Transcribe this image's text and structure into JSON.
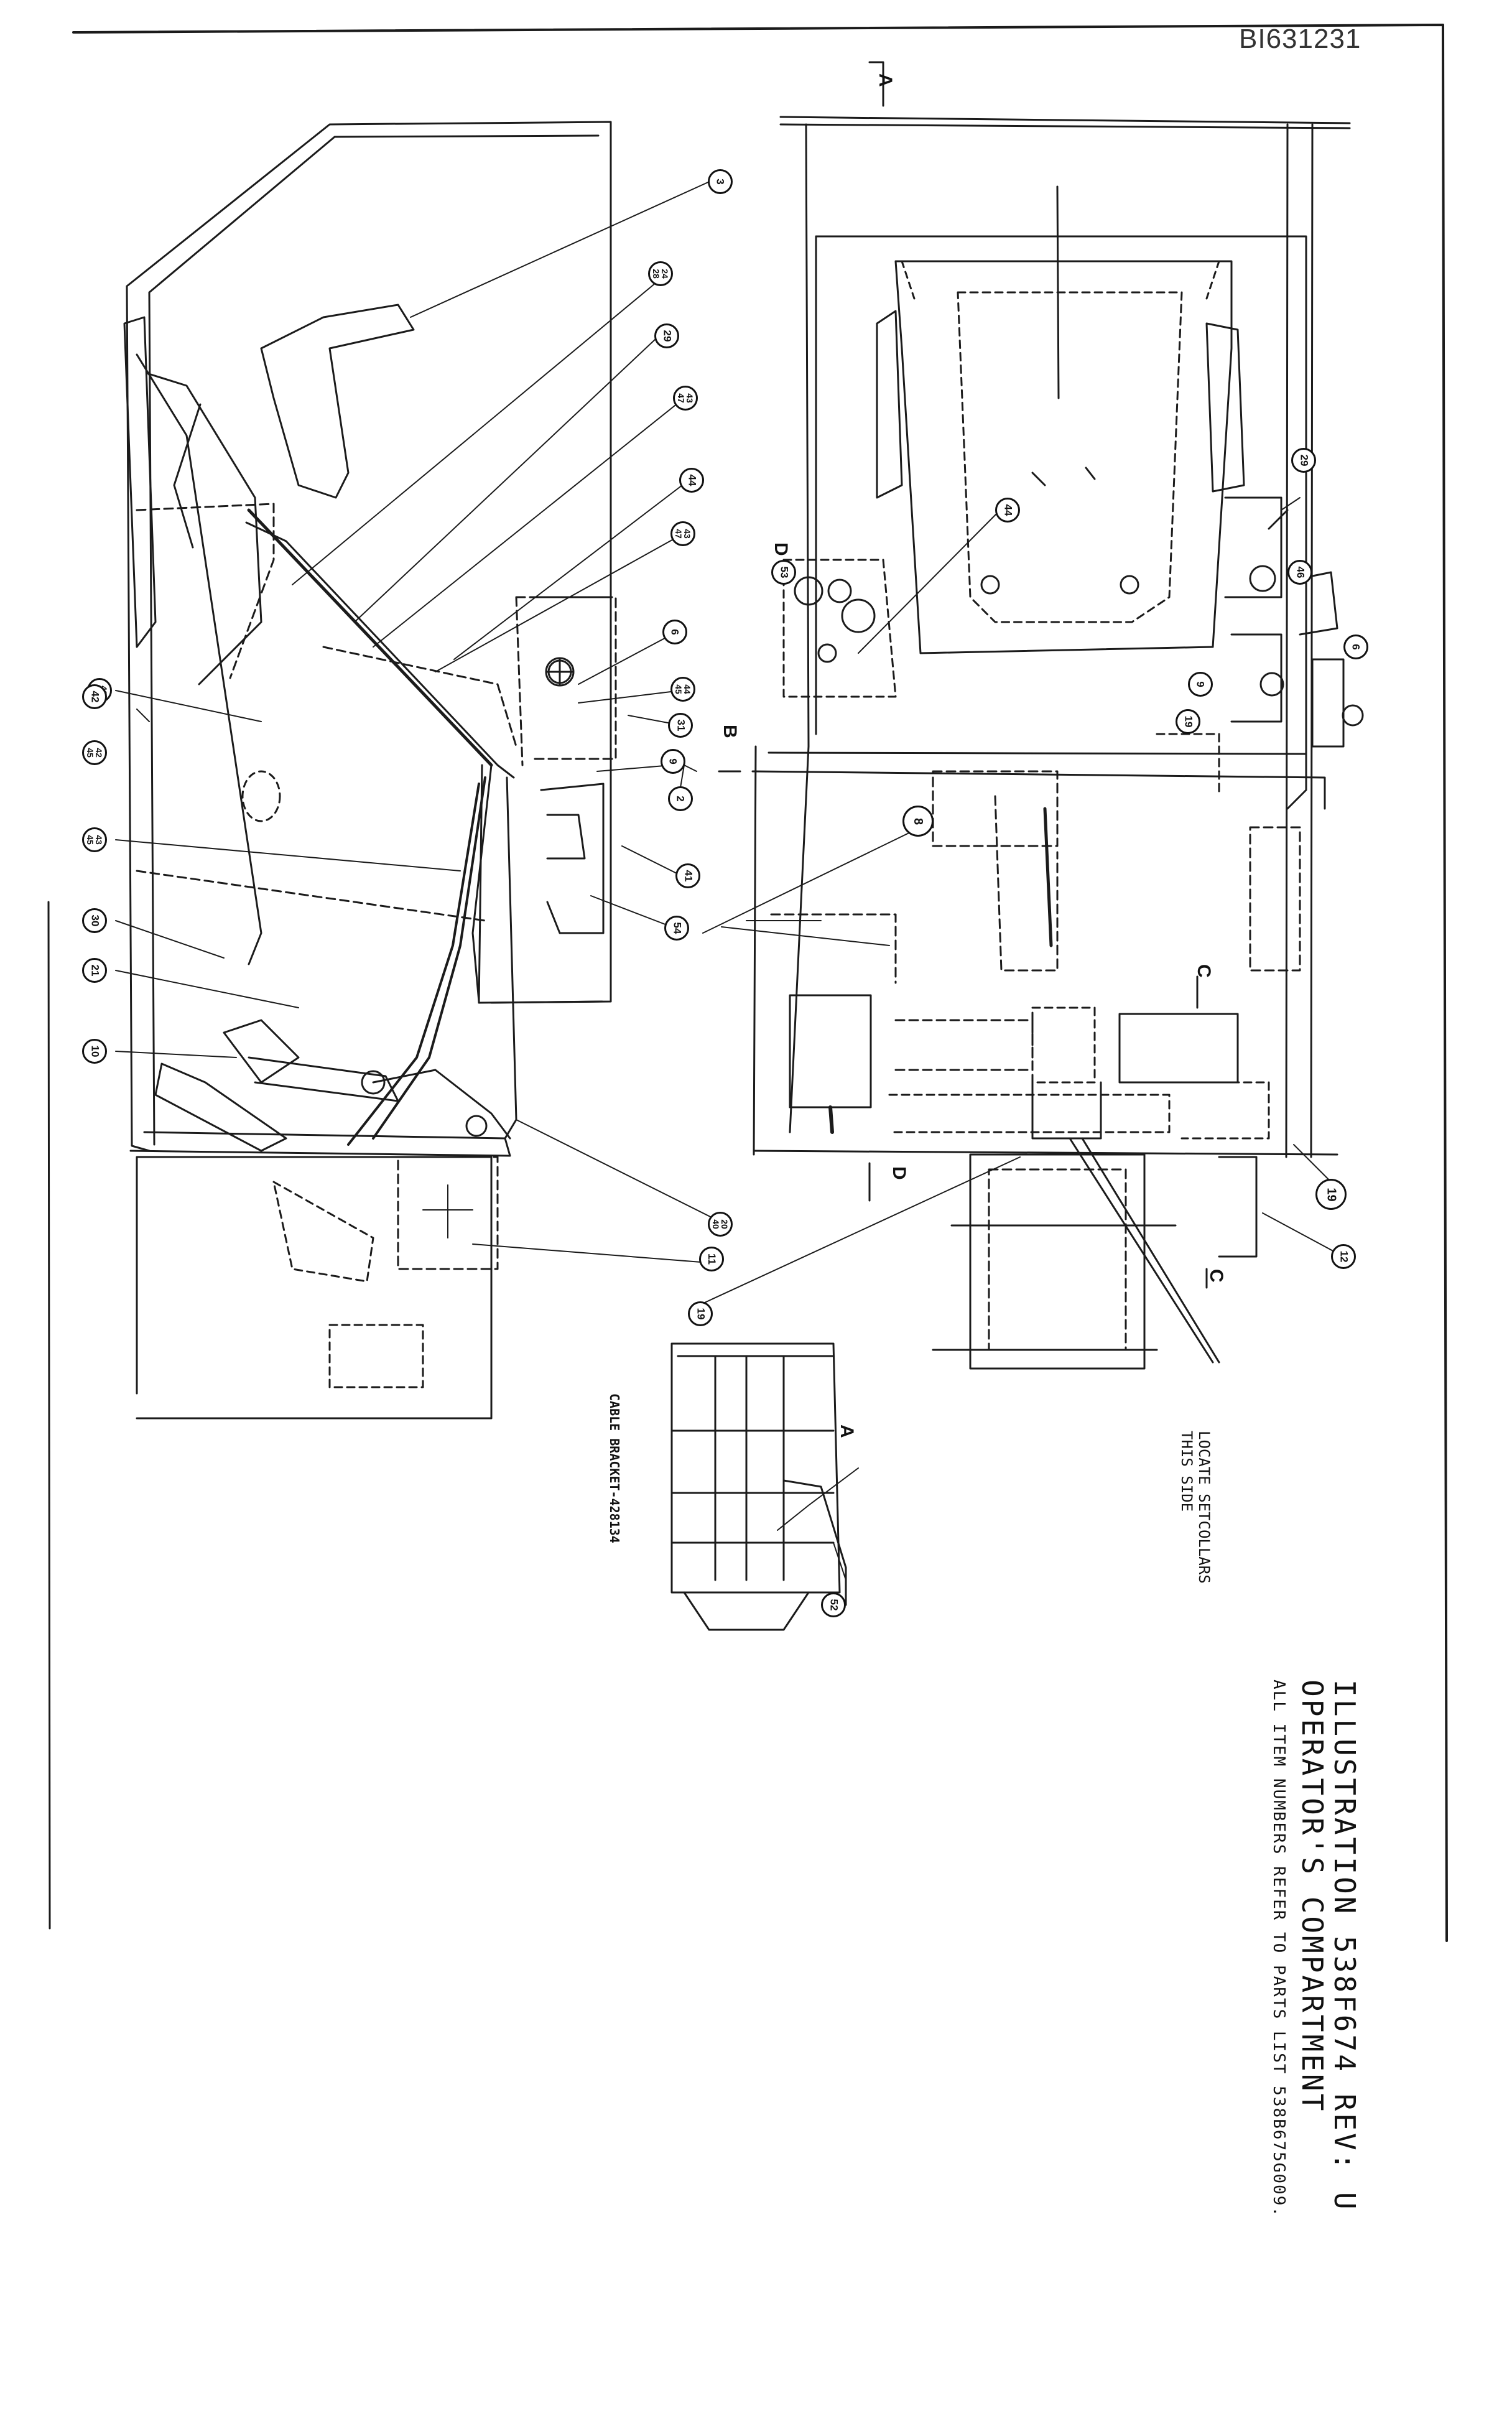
{
  "document": {
    "id": "BI631231",
    "title_line1": "ILLUSTRATION 538F674 REV: U",
    "title_line2": "OPERATOR'S COMPARTMENT",
    "note": "ALL ITEM NUMBERS REFER TO PARTS LIST 538B675G009."
  },
  "annotations": {
    "locate_note": "LOCATE SETCOLLARS\nTHIS SIDE",
    "cable_detail": "CABLE BRACKET-428134",
    "section_a_top": "A",
    "section_a_detail": "A",
    "section_b": "B",
    "section_c": "C",
    "section_c2": "C",
    "section_d": "D",
    "section_d2": "D"
  },
  "callouts": [
    {
      "label": "3"
    },
    {
      "label": "24\n28"
    },
    {
      "label": "29"
    },
    {
      "label": "43\n47"
    },
    {
      "label": "44"
    },
    {
      "label": "43\n47"
    },
    {
      "label": "6"
    },
    {
      "label": "44\n45"
    },
    {
      "label": "31"
    },
    {
      "label": "9"
    },
    {
      "label": "2"
    },
    {
      "label": "41"
    },
    {
      "label": "54"
    },
    {
      "label": "42\n45"
    },
    {
      "label": "8"
    },
    {
      "label": "42"
    },
    {
      "label": "42\n45"
    },
    {
      "label": "43\n45"
    },
    {
      "label": "30"
    },
    {
      "label": "21"
    },
    {
      "label": "10"
    },
    {
      "label": "20\n40"
    },
    {
      "label": "11"
    },
    {
      "label": "19"
    },
    {
      "label": "19"
    },
    {
      "label": "12"
    },
    {
      "label": "29"
    },
    {
      "label": "46"
    },
    {
      "label": "6"
    },
    {
      "label": "9"
    },
    {
      "label": "44"
    },
    {
      "label": "53"
    },
    {
      "label": "52"
    },
    {
      "label": "19"
    }
  ]
}
